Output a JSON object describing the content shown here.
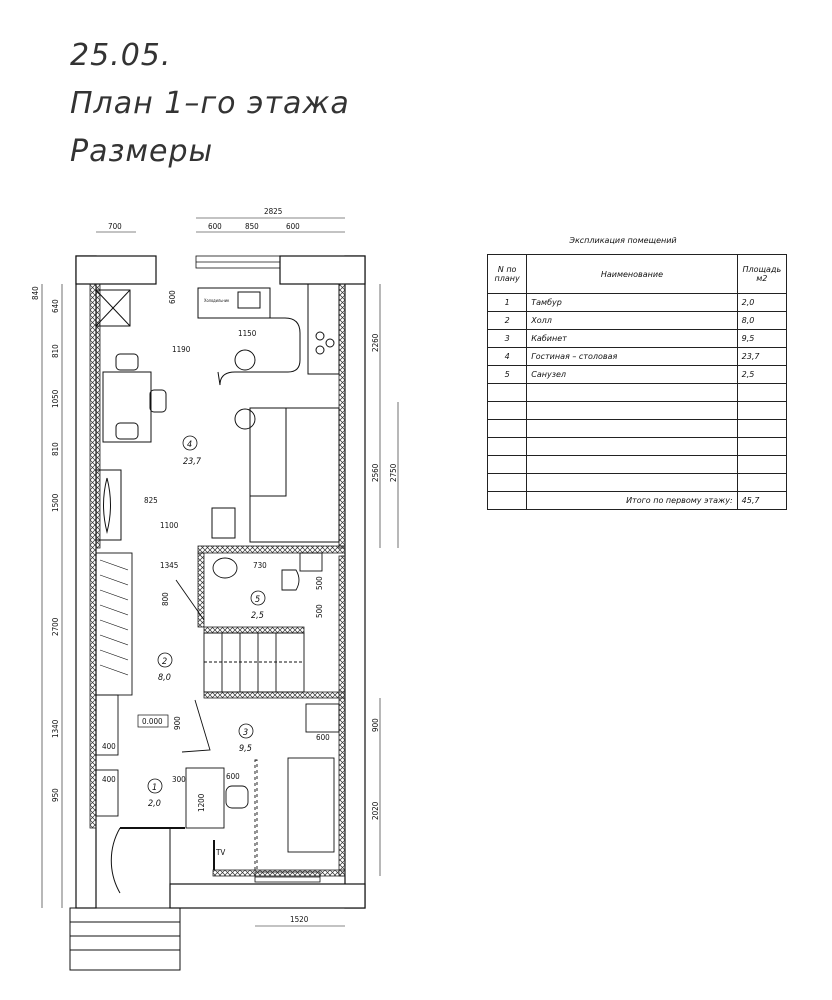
{
  "sheet": {
    "date": "25.05.",
    "title": "План 1–го этажа",
    "subtitle": "Размеры"
  },
  "explication": {
    "caption": "Экспликация помещений",
    "headers": {
      "num": "N по плану",
      "name": "Наименование",
      "area": "Площадь м2"
    },
    "rows": [
      {
        "num": "1",
        "name": "Тамбур",
        "area": "2,0"
      },
      {
        "num": "2",
        "name": "Холл",
        "area": "8,0"
      },
      {
        "num": "3",
        "name": "Кабинет",
        "area": "9,5"
      },
      {
        "num": "4",
        "name": "Гостиная – столовая",
        "area": "23,7"
      },
      {
        "num": "5",
        "name": "Санузел",
        "area": "2,5"
      }
    ],
    "empty_rows": 6,
    "total_label": "Итого по первому этажу:",
    "total_value": "45,7"
  },
  "plan": {
    "rooms": [
      {
        "num": "4",
        "area": "23,7"
      },
      {
        "num": "5",
        "area": "2,5"
      },
      {
        "num": "2",
        "area": "8,0"
      },
      {
        "num": "3",
        "area": "9,5"
      },
      {
        "num": "1",
        "area": "2,0"
      }
    ],
    "level_mark": "0.000",
    "tv_label": "TV",
    "fridge_label": "Холодильник",
    "dims": {
      "top_total": "2825",
      "top_a": "600",
      "top_b": "850",
      "top_c": "600",
      "top_left": "700",
      "left_840": "840",
      "left_640": "640",
      "left_810a": "810",
      "left_1050": "1050",
      "left_810b": "810",
      "left_1500": "1500",
      "left_2700": "2700",
      "left_1340": "1340",
      "left_950": "950",
      "right_2260": "2260",
      "right_2560": "2560",
      "right_2750": "2750",
      "right_900": "900",
      "right_2020": "2020",
      "d_600k": "600",
      "d_1150": "1150",
      "d_1190": "1190",
      "d_825": "825",
      "d_1100": "1100",
      "d_1345": "1345",
      "d_730": "730",
      "d_800": "800",
      "d_500a": "500",
      "d_500b": "500",
      "d_900": "900",
      "d_600o": "600",
      "d_400a": "400",
      "d_400b": "400",
      "d_300": "300",
      "d_600d": "600",
      "d_1200": "1200",
      "d_1520": "1520"
    }
  }
}
